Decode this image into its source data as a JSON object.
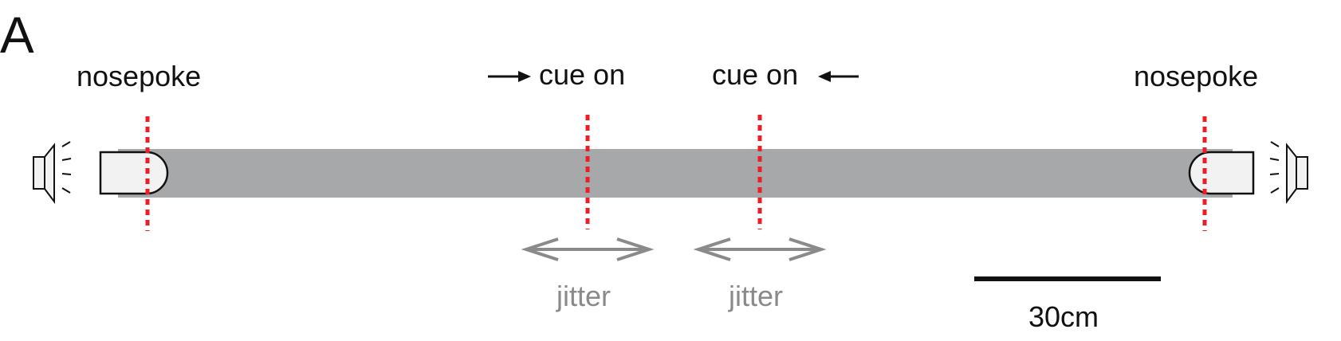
{
  "figure": {
    "panel_label": "A",
    "colors": {
      "track": "#a7a8aa",
      "nosepoke_port": "#f2f2f2",
      "cue_line": "#ee1c24",
      "jitter": "#8a8a8a",
      "ink": "#111111"
    }
  },
  "labels": {
    "nosepoke_left": "nosepoke",
    "nosepoke_right": "nosepoke",
    "cue_on_rightward": "cue on",
    "cue_on_leftward": "cue on",
    "jitter_1": "jitter",
    "jitter_2": "jitter",
    "scale_bar": "30cm"
  },
  "icons": {
    "speaker_left": "speaker-icon",
    "speaker_right": "speaker-icon"
  }
}
